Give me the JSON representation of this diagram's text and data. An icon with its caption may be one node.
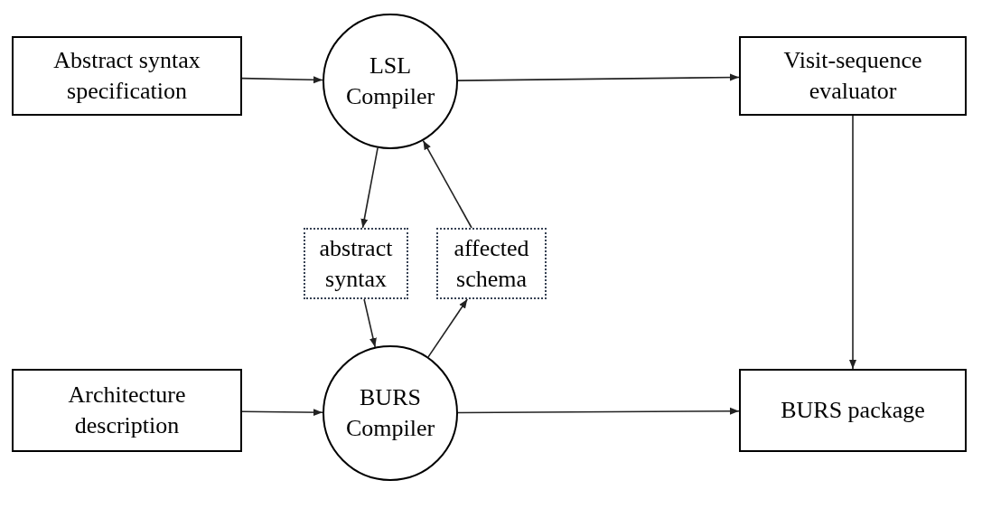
{
  "diagram": {
    "nodes": [
      {
        "text": [
          "Abstract syntax specification"
        ]
      },
      {
        "text": [
          "LSL Compiler"
        ]
      },
      {
        "text": [
          "Visit-sequence evaluator"
        ]
      },
      {
        "text": [
          "abstract syntax"
        ]
      },
      {
        "text": [
          "affected schema"
        ]
      },
      {
        "text": [
          "Architecture description"
        ]
      },
      {
        "text": [
          "BURS Compiler"
        ]
      },
      {
        "text": [
          "BURS package"
        ]
      }
    ],
    "edges": [
      {
        "from": 0,
        "to": 1,
        "arrow": "to"
      },
      {
        "from": 1,
        "to": 2,
        "arrow": "to"
      },
      {
        "from": 1,
        "to": 3,
        "arrow": "to"
      },
      {
        "from": 3,
        "to": 6,
        "arrow": "to"
      },
      {
        "from": 6,
        "to": 4,
        "arrow": "to"
      },
      {
        "from": 4,
        "to": 1,
        "arrow": "to"
      },
      {
        "from": 2,
        "to": 7,
        "arrow": "to"
      },
      {
        "from": 5,
        "to": 6,
        "arrow": "to"
      },
      {
        "from": 6,
        "to": 7,
        "arrow": "to"
      }
    ]
  }
}
